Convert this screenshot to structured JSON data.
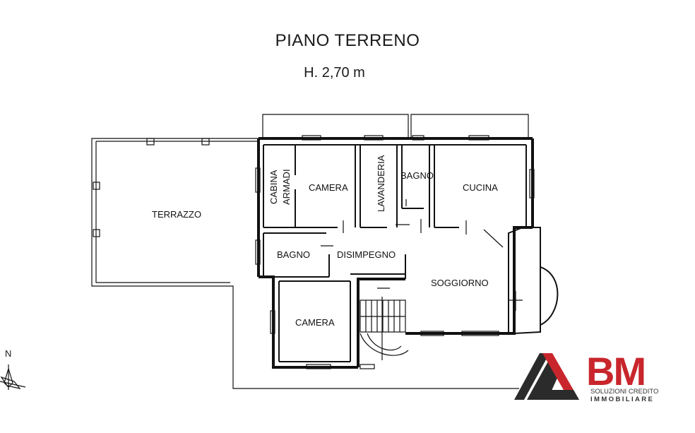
{
  "header": {
    "title": "PIANO TERRENO",
    "height_label": "H. 2,70 m"
  },
  "rooms": {
    "terrazzo": "TERRAZZO",
    "cabina_line1": "CABINA",
    "cabina_line2": "ARMADI",
    "camera_top": "CAMERA",
    "lavanderia": "LAVANDERIA",
    "bagno_top": "BAGNO",
    "cucina": "CUCINA",
    "bagno_left": "BAGNO",
    "disimpegno": "DISIMPEGNO",
    "soggiorno": "SOGGIORNO",
    "camera_bottom": "CAMERA"
  },
  "compass": {
    "label": "N"
  },
  "brand": {
    "name": "BM",
    "tagline_1": "SOLUZIONI CREDITO",
    "tagline_2": "IMMOBILIARE",
    "accent_color": "#c8262c",
    "dark_color": "#2b2b2b"
  }
}
